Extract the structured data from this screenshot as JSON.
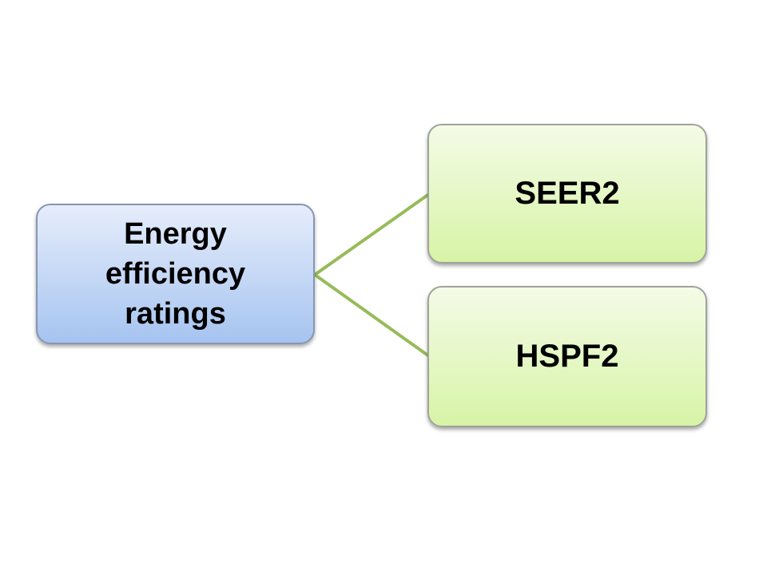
{
  "diagram": {
    "type": "radiating-list",
    "root": {
      "label": "Energy efficiency ratings"
    },
    "children": [
      {
        "label": "SEER2"
      },
      {
        "label": "HSPF2"
      }
    ]
  },
  "colors": {
    "background": "#ffffff",
    "text": "#000000",
    "root_gradient_top": "#e6edfb",
    "root_gradient_bottom": "#a6c4f0",
    "root_border": "#8696b4",
    "child_gradient_top": "#f4fbe7",
    "child_gradient_bottom": "#d7f4a6",
    "child_border": "#a0a39a",
    "connector": "#96bb59"
  }
}
